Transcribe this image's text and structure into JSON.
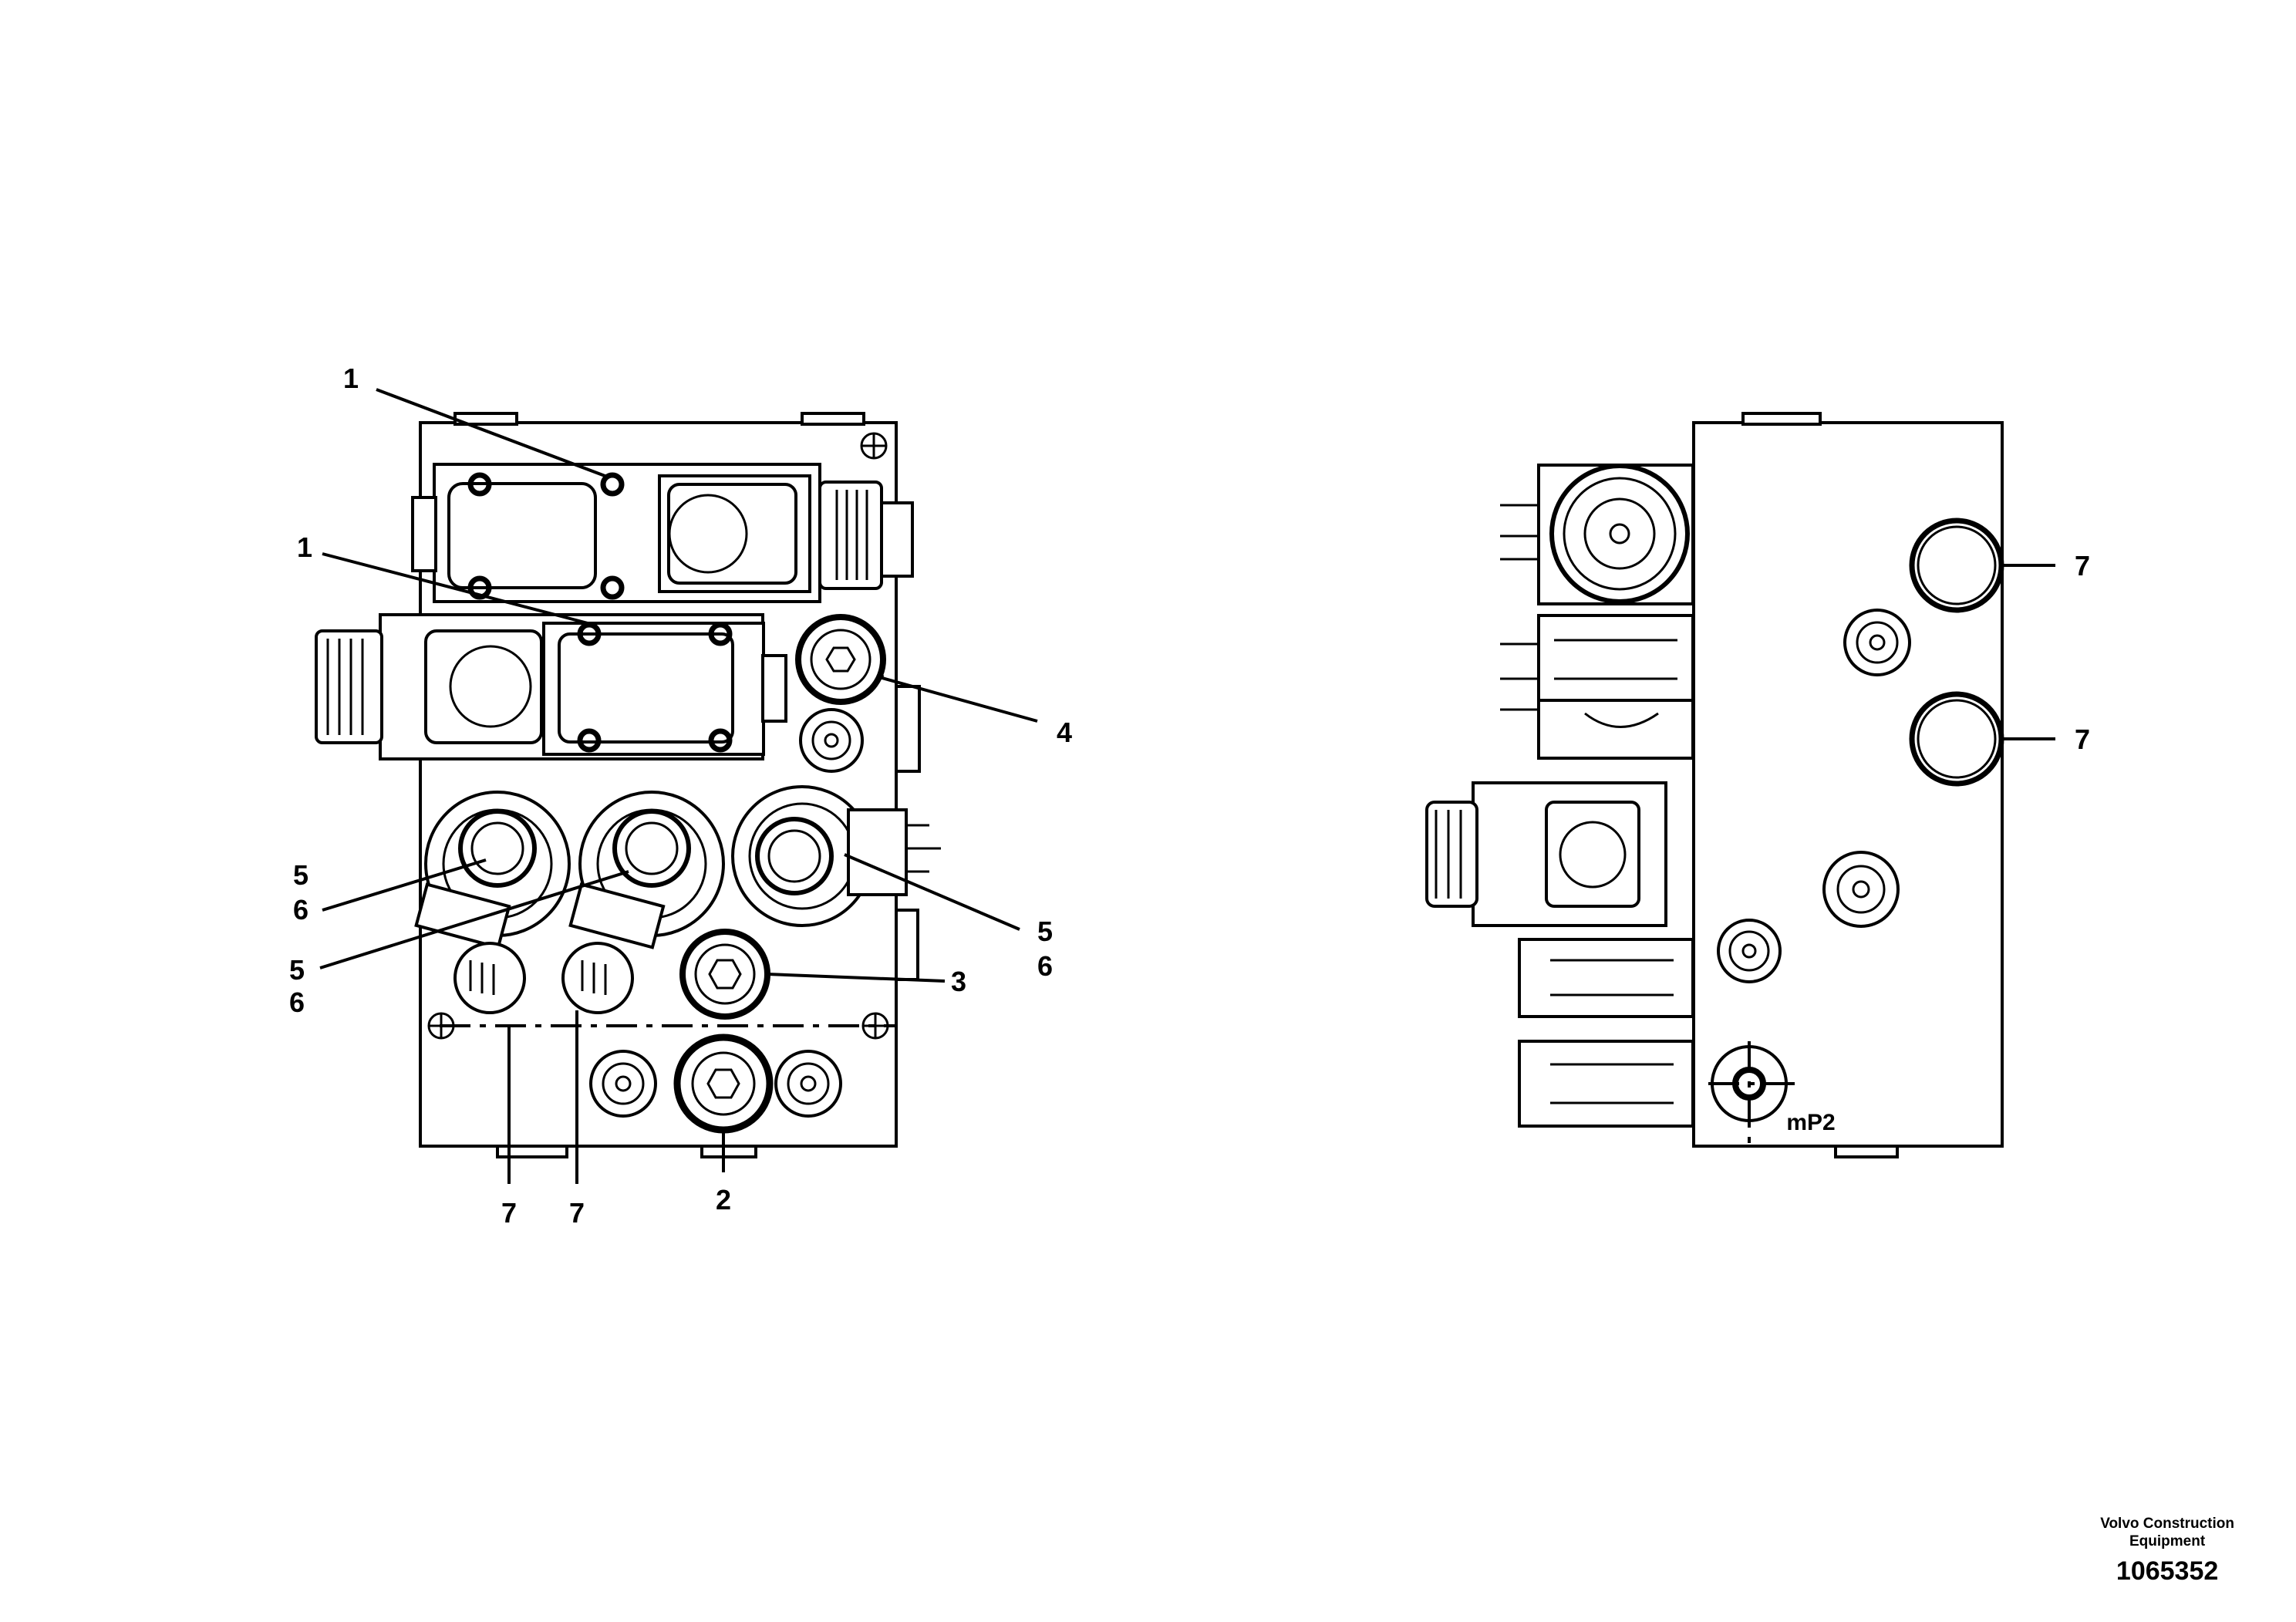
{
  "callouts": {
    "left_view": [
      "1",
      "1",
      "4",
      "5",
      "6",
      "5",
      "6",
      "5",
      "6",
      "3",
      "7",
      "7",
      "2"
    ],
    "right_view": [
      "7",
      "7"
    ]
  },
  "port_marking": "mP2",
  "footer": {
    "org_line1": "Volvo Construction",
    "org_line2": "Equipment",
    "drawing_number": "1065352"
  }
}
